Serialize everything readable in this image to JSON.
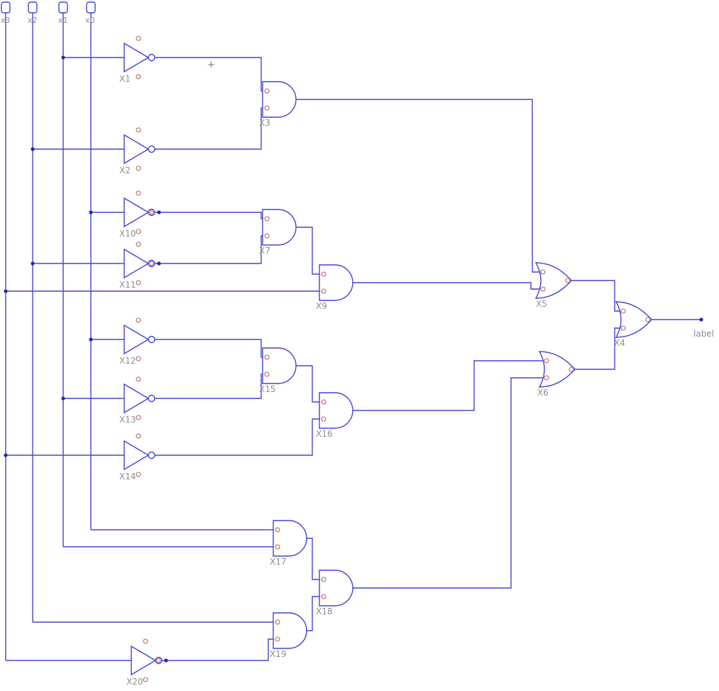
{
  "colors": {
    "wire": "#4545cf",
    "pin": "#c0605a",
    "junction": "#2626b0",
    "label": "#8f8f8f"
  },
  "inputs": [
    {
      "id": "x3",
      "label": "x3"
    },
    {
      "id": "x2",
      "label": "x2"
    },
    {
      "id": "x1",
      "label": "x1"
    },
    {
      "id": "x0",
      "label": "x0"
    }
  ],
  "output": {
    "label": "label"
  },
  "cursor": {
    "glyph": "+"
  },
  "gates": {
    "X1": {
      "label": "X1",
      "type": "NOT"
    },
    "X2": {
      "label": "X2",
      "type": "NOT"
    },
    "X3": {
      "label": "X3",
      "type": "AND"
    },
    "X4": {
      "label": "X4",
      "type": "OR"
    },
    "X5": {
      "label": "X5",
      "type": "OR"
    },
    "X6": {
      "label": "X6",
      "type": "OR"
    },
    "X7": {
      "label": "X7",
      "type": "AND"
    },
    "X9": {
      "label": "X9",
      "type": "AND"
    },
    "X10": {
      "label": "X10",
      "type": "NOT"
    },
    "X11": {
      "label": "X11",
      "type": "NOT"
    },
    "X12": {
      "label": "X12",
      "type": "NOT"
    },
    "X13": {
      "label": "X13",
      "type": "NOT"
    },
    "X14": {
      "label": "X14",
      "type": "NOT"
    },
    "X15": {
      "label": "X15",
      "type": "AND"
    },
    "X16": {
      "label": "X16",
      "type": "AND"
    },
    "X17": {
      "label": "X17",
      "type": "AND"
    },
    "X18": {
      "label": "X18",
      "type": "AND"
    },
    "X19": {
      "label": "X19",
      "type": "AND"
    },
    "X20": {
      "label": "X20",
      "type": "NOT"
    }
  }
}
